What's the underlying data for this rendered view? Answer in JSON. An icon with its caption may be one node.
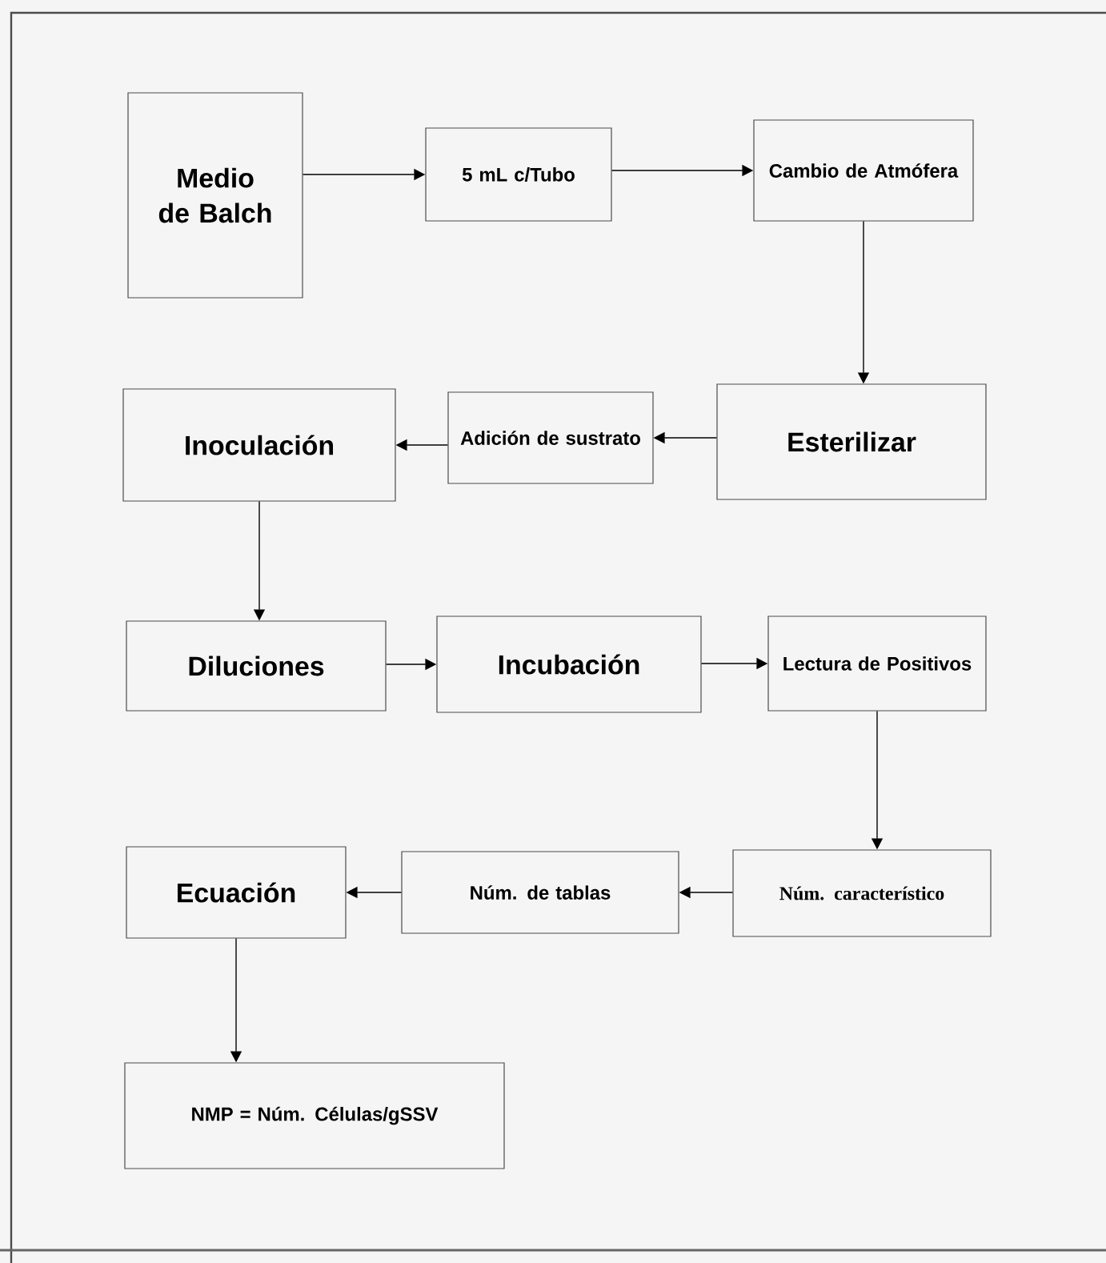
{
  "diagram": {
    "nodes": [
      {
        "text": [
          "Medio de Balch"
        ]
      },
      {
        "text": [
          "5 mL c/Tubo"
        ]
      },
      {
        "text": [
          "Cambio de Atmófera"
        ]
      },
      {
        "text": [
          "Esterilizar"
        ]
      },
      {
        "text": [
          "Adición de sustrato"
        ]
      },
      {
        "text": [
          "Inoculación"
        ]
      },
      {
        "text": [
          "Diluciones"
        ]
      },
      {
        "text": [
          "Incubación"
        ]
      },
      {
        "text": [
          "Lectura de Positivos"
        ]
      },
      {
        "text": [
          "Núm. característico"
        ]
      },
      {
        "text": [
          "Núm. de tablas"
        ]
      },
      {
        "text": [
          "Ecuación"
        ]
      },
      {
        "text": [
          "NMP = Núm. Células/gSSV"
        ]
      }
    ],
    "edges": [
      {
        "from": 0,
        "to": 1,
        "arrow": "to"
      },
      {
        "from": 1,
        "to": 2,
        "arrow": "to"
      },
      {
        "from": 2,
        "to": 3,
        "arrow": "to"
      },
      {
        "from": 3,
        "to": 4,
        "arrow": "to"
      },
      {
        "from": 4,
        "to": 5,
        "arrow": "to"
      },
      {
        "from": 5,
        "to": 6,
        "arrow": "to"
      },
      {
        "from": 6,
        "to": 7,
        "arrow": "to"
      },
      {
        "from": 7,
        "to": 8,
        "arrow": "to"
      },
      {
        "from": 8,
        "to": 9,
        "arrow": "to"
      },
      {
        "from": 9,
        "to": 10,
        "arrow": "to"
      },
      {
        "from": 10,
        "to": 11,
        "arrow": "to"
      },
      {
        "from": 11,
        "to": 12,
        "arrow": "to"
      }
    ]
  }
}
